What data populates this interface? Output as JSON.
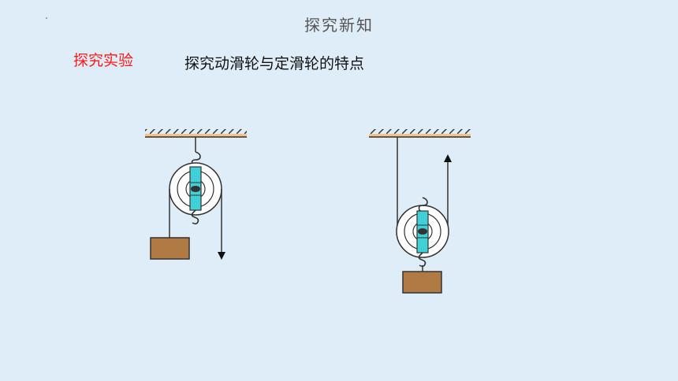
{
  "header": {
    "title": "探究新知"
  },
  "section": {
    "tag": "探究实验",
    "title": "探究动滑轮与定滑轮的特点"
  },
  "colors": {
    "background": "#deedf8",
    "tag": "#ff1a1a",
    "ceiling": "#f2c48a",
    "scale_body": "#3fd0d8",
    "weight": "#b07a45"
  },
  "figures": [
    {
      "name": "fixed-pulley",
      "direction": "down"
    },
    {
      "name": "movable-pulley",
      "direction": "up"
    }
  ]
}
